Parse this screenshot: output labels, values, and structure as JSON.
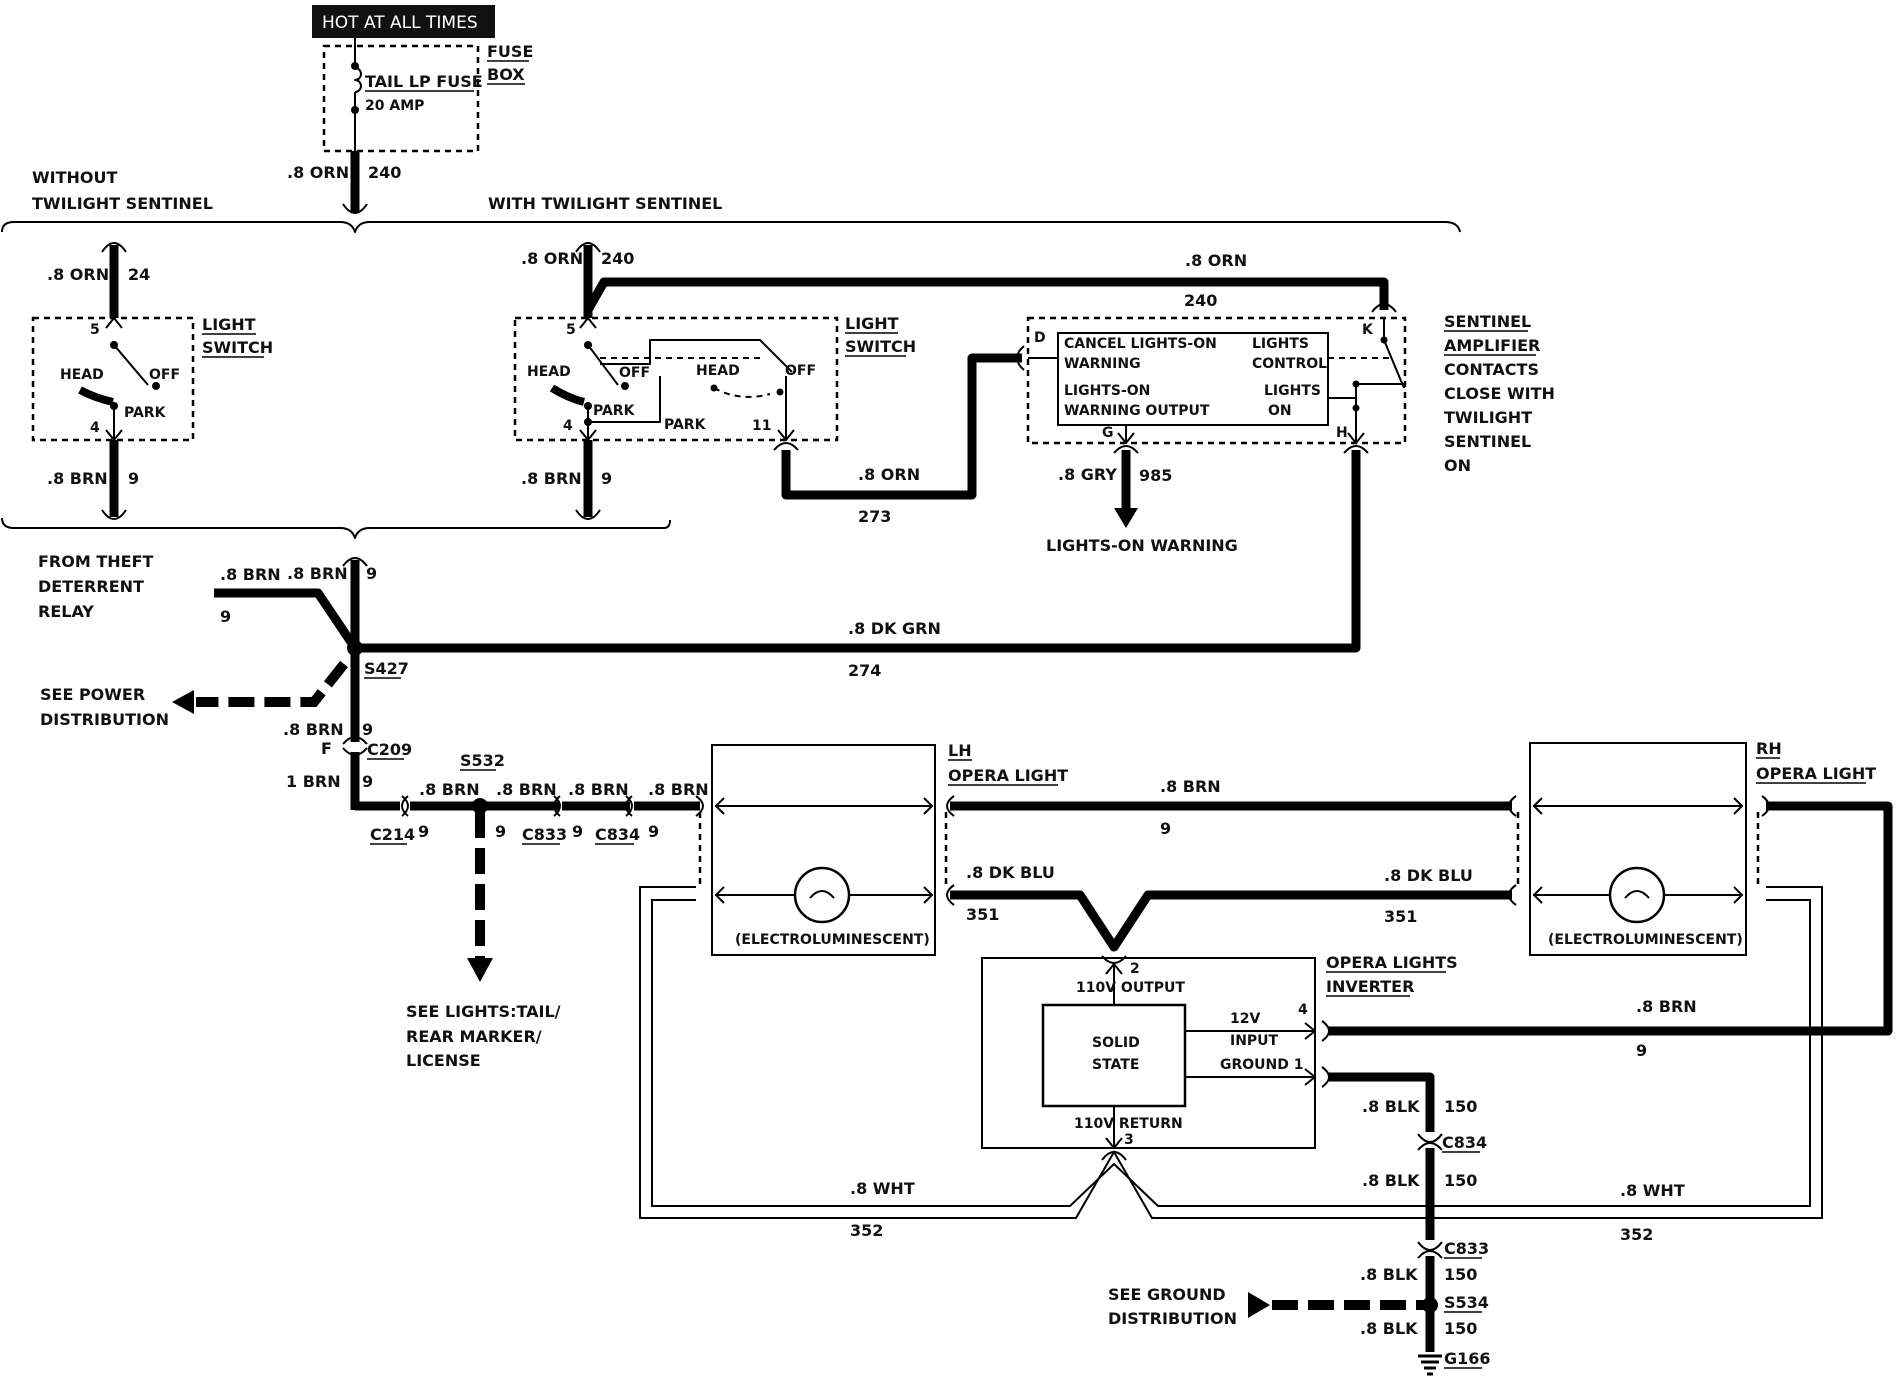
{
  "banner": "HOT AT ALL TIMES",
  "fuse_box": {
    "fuse_label": "TAIL LP FUSE",
    "amp": "20 AMP",
    "box_label_1": "FUSE",
    "box_label_2": "BOX"
  },
  "feed_wire": {
    "gauge": ".8 ORN",
    "circuit": "240"
  },
  "section_without": {
    "line1": "WITHOUT",
    "line2": "TWILIGHT SENTINEL"
  },
  "section_with": "WITH TWILIGHT SENTINEL",
  "switch_without": {
    "top_wire": ".8 ORN",
    "top_circuit": "24",
    "label_1": "LIGHT",
    "label_2": "SWITCH",
    "pin_top": "5",
    "pin_bottom": "4",
    "head": "HEAD",
    "off": "OFF",
    "park": "PARK",
    "bottom_wire": ".8 BRN",
    "bottom_circuit": "9"
  },
  "switch_with": {
    "top_wire": ".8 ORN",
    "top_circuit": "240",
    "label_1": "LIGHT",
    "label_2": "SWITCH",
    "pin_top": "5",
    "pin_bottom": "4",
    "pin_11": "11",
    "head": "HEAD",
    "off": "OFF",
    "park": "PARK",
    "head2": "HEAD",
    "off2": "OFF",
    "park2": "PARK",
    "bottom_wire": ".8 BRN",
    "bottom_circuit": "9"
  },
  "sentinel": {
    "feed_wire": ".8 ORN",
    "feed_circuit": "240",
    "pin_d": "D",
    "pin_k": "K",
    "pin_g": "G",
    "pin_h": "H",
    "cancel_1": "CANCEL LIGHTS-ON",
    "cancel_2": "WARNING",
    "lights_control_1": "LIGHTS",
    "lights_control_2": "CONTROL",
    "lights_on_1": "LIGHTS-ON",
    "lights_on_2": "WARNING OUTPUT",
    "lights_1": "LIGHTS",
    "lights_2": "ON",
    "side_1": "SENTINEL",
    "side_2": "AMPLIFIER",
    "side_3": "CONTACTS",
    "side_4": "CLOSE WITH",
    "side_5": "TWILIGHT",
    "side_6": "SENTINEL",
    "side_7": "ON",
    "wire_273": ".8 ORN",
    "circuit_273": "273",
    "gry_wire": ".8 GRY",
    "gry_circuit": "985",
    "lights_on_warning": "LIGHTS-ON WARNING"
  },
  "theft": {
    "line1": "FROM THEFT",
    "line2": "DETERRENT",
    "line3": "RELAY",
    "wire_a": ".8 BRN",
    "circuit_a": "9",
    "wire_b": ".8 BRN",
    "circuit_b": "9"
  },
  "splice_s427": "S427",
  "dk_grn": {
    "wire": ".8 DK GRN",
    "circuit": "274"
  },
  "power_dist": {
    "line1": "SEE POWER",
    "line2": "DISTRIBUTION"
  },
  "c209": {
    "wire_above": ".8 BRN",
    "circuit_above": "9",
    "pin": "F",
    "name": "C209",
    "wire_below": "1 BRN",
    "circuit_below": "9"
  },
  "c214": {
    "name": "C214",
    "circuit": "9"
  },
  "s532": {
    "name": "S532",
    "wire_a": ".8 BRN",
    "wire_b": ".8 BRN",
    "circuit_a": "9"
  },
  "c833_left": {
    "name": "C833",
    "circuit": "9",
    "wire_after": ".8 BRN"
  },
  "c834_left": {
    "name": "C834",
    "circuit": "9",
    "wire_after": ".8 BRN"
  },
  "tail_lights": {
    "line1": "SEE LIGHTS:TAIL/",
    "line2": "REAR MARKER/",
    "line3": "LICENSE"
  },
  "lh_opera": {
    "label_1": "LH",
    "label_2": "OPERA LIGHT",
    "type": "(ELECTROLUMINESCENT)"
  },
  "rh_opera": {
    "label_1": "RH",
    "label_2": "OPERA LIGHT",
    "type": "(ELECTROLUMINESCENT)"
  },
  "brn_top": {
    "wire": ".8 BRN",
    "circuit": "9"
  },
  "dk_blu_left": {
    "wire": ".8 DK BLU",
    "circuit": "351"
  },
  "dk_blu_right": {
    "wire": ".8 DK BLU",
    "circuit": "351"
  },
  "inverter": {
    "label_1": "OPERA LIGHTS",
    "label_2": "INVERTER",
    "pin_2": "2",
    "output": "110V OUTPUT",
    "solid_1": "SOLID",
    "solid_2": "STATE",
    "input_1": "12V",
    "input_2": "INPUT",
    "pin_4": "4",
    "ground": "GROUND 1",
    "return_label": "110V RETURN",
    "pin_3": "3"
  },
  "brn_right": {
    "wire": ".8 BRN",
    "circuit": "9"
  },
  "wht_left": {
    "wire": ".8 WHT",
    "circuit": "352"
  },
  "wht_right": {
    "wire": ".8 WHT",
    "circuit": "352"
  },
  "ground_chain": {
    "blk_1": ".8 BLK",
    "c150_1": "150",
    "c834": "C834",
    "blk_2": ".8 BLK",
    "c150_2": "150",
    "c833": "C833",
    "blk_3": ".8 BLK",
    "c150_3": "150",
    "s534": "S534",
    "blk_4": ".8 BLK",
    "c150_4": "150",
    "g166": "G166"
  },
  "ground_dist": {
    "line1": "SEE GROUND",
    "line2": "DISTRIBUTION"
  }
}
